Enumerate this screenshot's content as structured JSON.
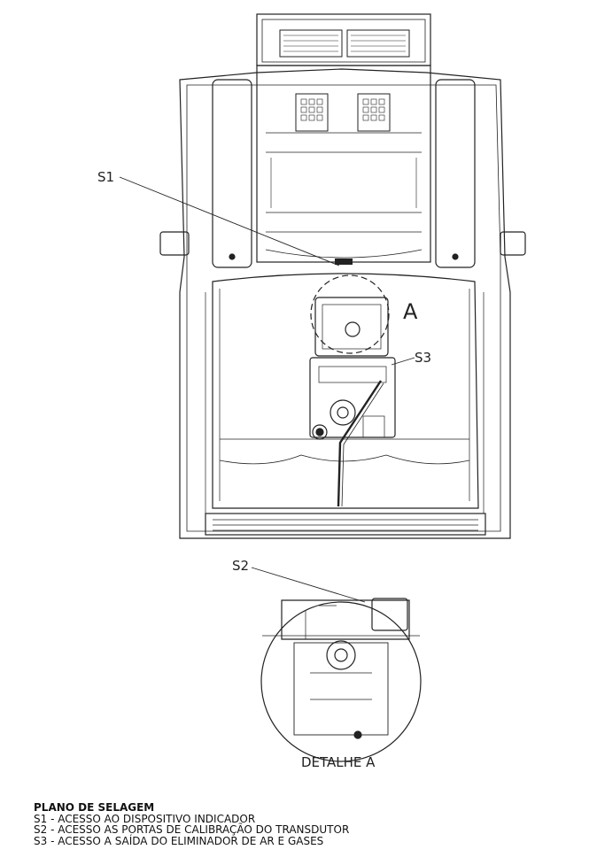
{
  "callouts": {
    "s1": "S1",
    "s2": "S2",
    "s3": "S3",
    "a": "A"
  },
  "detail_caption": "DETALHE A",
  "legend": {
    "title": "PLANO DE SELAGEM",
    "items": [
      "S1 - ACESSO AO DISPOSITIVO INDICADOR",
      "S2 - ACESSO AS PORTAS DE CALIBRAÇÃO DO TRANSDUTOR",
      "S3 - ACESSO A SAÍDA DO ELIMINADOR DE AR E GASES"
    ]
  }
}
